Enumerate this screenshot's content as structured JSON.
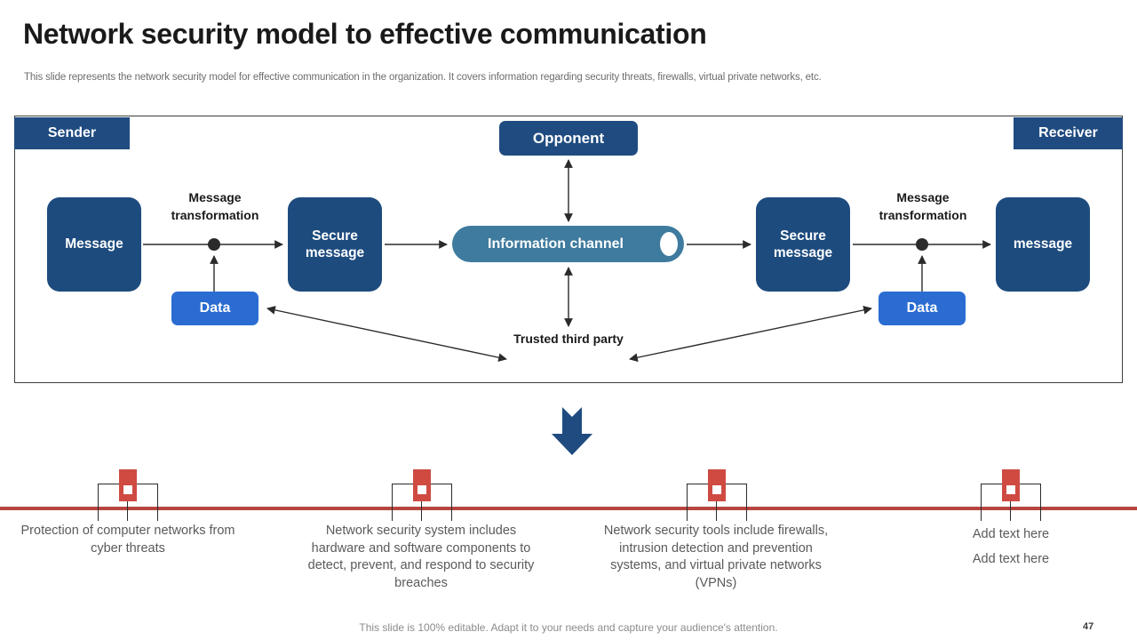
{
  "header": {
    "title": "Network security model to effective communication",
    "subtitle": "This slide represents the network security model for effective  communication in the organization. It covers information regarding security threats, firewalls, virtual private networks, etc."
  },
  "colors": {
    "navy": "#1d4b7e",
    "tag_navy": "#1f4b80",
    "data_blue": "#2a6cd1",
    "channel_teal": "#3f7b9e",
    "rule_red": "#b8453f",
    "pin_red": "#cf4b42"
  },
  "diagram": {
    "roles": {
      "sender": "Sender",
      "opponent": "Opponent",
      "receiver": "Receiver"
    },
    "nodes": {
      "message_left": "Message",
      "secure_message_left": "Secure message",
      "secure_message_right": "Secure message",
      "message_right": "message"
    },
    "data_boxes": {
      "left": "Data",
      "right": "Data"
    },
    "channel": {
      "label": "Information channel"
    },
    "captions": {
      "transformation_left": "Message transformation",
      "transformation_right": "Message transformation",
      "trusted_third_party": "Trusted third party"
    }
  },
  "timeline": {
    "items": [
      {
        "text": "Protection of computer networks from cyber threats"
      },
      {
        "text": "Network security system includes hardware and software components to detect, prevent, and respond to security breaches"
      },
      {
        "text": "Network security tools include firewalls, intrusion detection and prevention systems, and virtual private networks (VPNs)"
      },
      {
        "text": "Add text here\nAdd text here"
      }
    ]
  },
  "footer": {
    "note": "This slide is 100% editable. Adapt it to your needs and capture your audience's attention.",
    "page_number": "47"
  }
}
